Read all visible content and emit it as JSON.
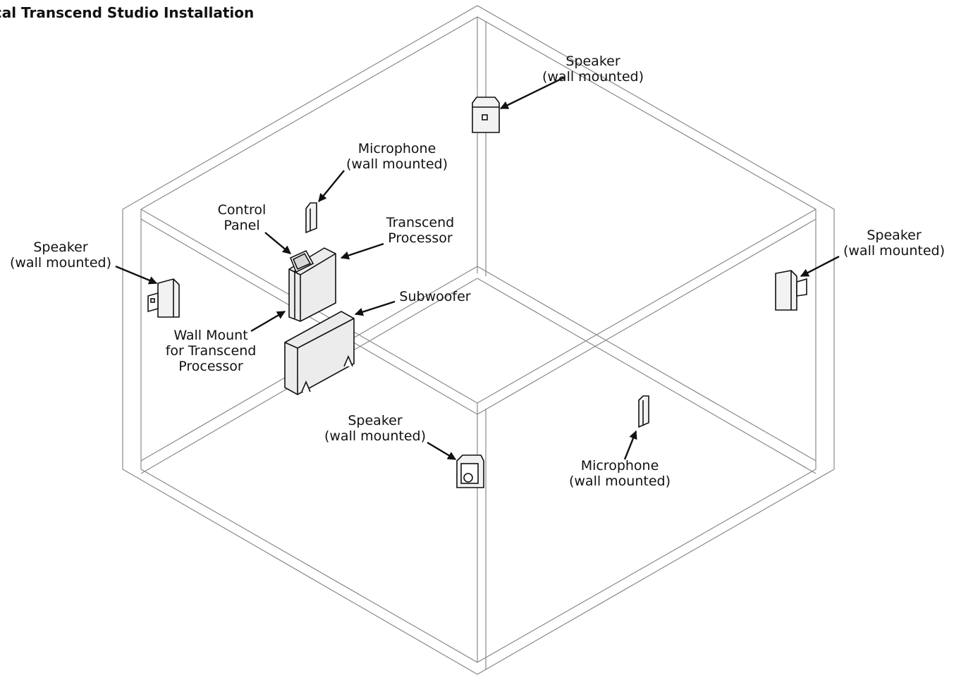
{
  "title": "ical Transcend Studio Installation",
  "labels": {
    "speaker_top": [
      "Speaker",
      "(wall mounted)"
    ],
    "microphone_top": [
      "Microphone",
      "(wall mounted)"
    ],
    "control_panel": [
      "Control",
      "Panel"
    ],
    "transcend_processor": [
      "Transcend",
      "Processor"
    ],
    "speaker_left": [
      "Speaker",
      "(wall mounted)"
    ],
    "speaker_right": [
      "Speaker",
      "(wall mounted)"
    ],
    "subwoofer": [
      "Subwoofer"
    ],
    "wall_mount": [
      "Wall Mount",
      "for Transcend",
      "Processor"
    ],
    "speaker_bottom": [
      "Speaker",
      "(wall mounted)"
    ],
    "microphone_bottom": [
      "Microphone",
      "(wall mounted)"
    ]
  }
}
